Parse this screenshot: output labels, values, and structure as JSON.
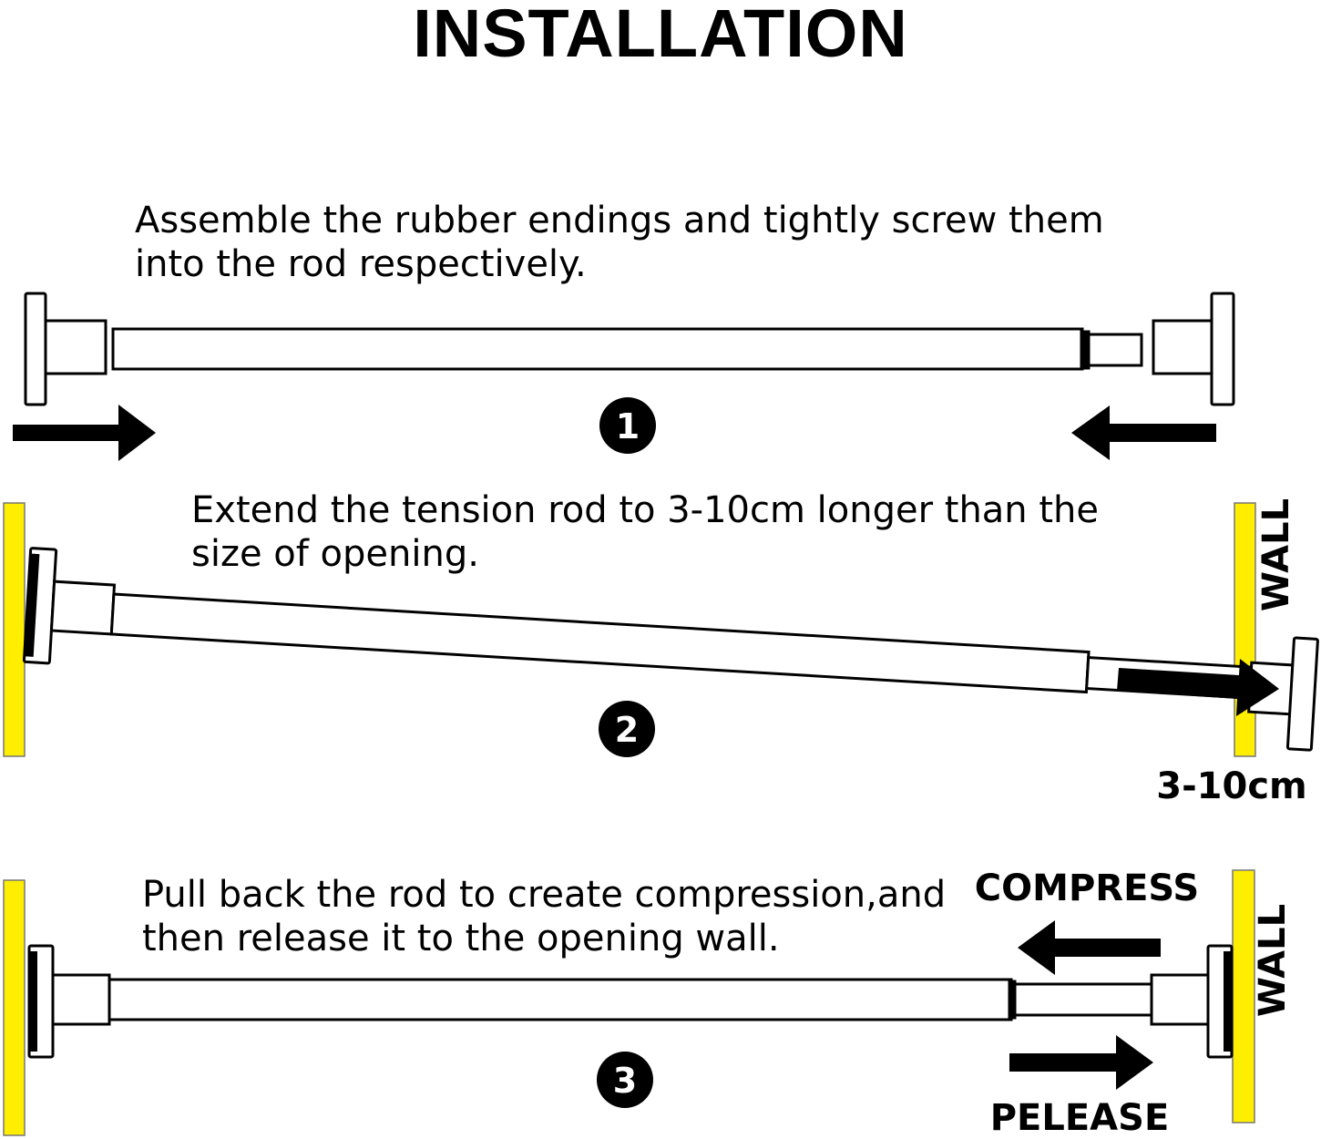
{
  "title": "INSTALLATION",
  "steps": [
    {
      "number": "1",
      "line1": "Assemble the rubber endings and tightly screw them",
      "line2": "into the rod respectively."
    },
    {
      "number": "2",
      "line1": "Extend the tension rod to 3-10cm longer than the",
      "line2": "size of opening.",
      "extension_label": "3-10cm",
      "wall_label": "WALL"
    },
    {
      "number": "3",
      "line1": "Pull back the rod to create compression,and",
      "line2": "then release it to the opening wall.",
      "compress_label": "COMPRESS",
      "release_label": "PELEASE",
      "wall_label": "WALL"
    }
  ],
  "colors": {
    "wall": "#ffee00",
    "wall_outline": "#777777",
    "line": "#000000",
    "fill": "#ffffff"
  }
}
